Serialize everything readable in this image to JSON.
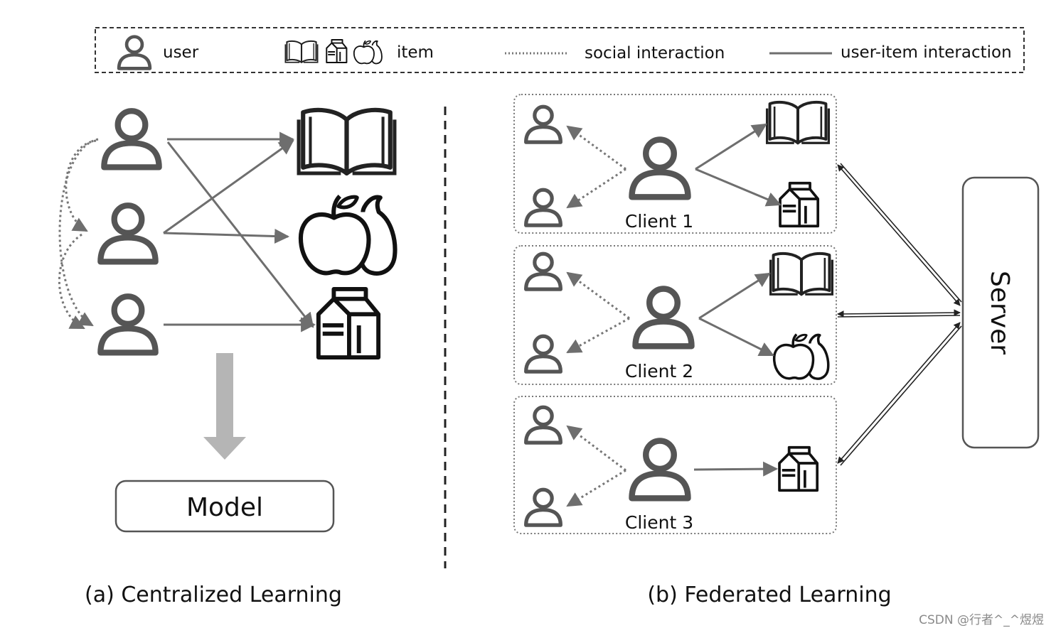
{
  "legend": {
    "user_label": "user",
    "item_label": "item",
    "social_label": "social interaction",
    "user_item_label": "user-item interaction"
  },
  "centralized": {
    "model_label": "Model",
    "caption": "(a) Centralized Learning"
  },
  "federated": {
    "clients": [
      {
        "label": "Client 1",
        "items": [
          "book-icon",
          "milk-carton-icon"
        ]
      },
      {
        "label": "Client 2",
        "items": [
          "book-icon",
          "fruit-icon"
        ]
      },
      {
        "label": "Client 3",
        "items": [
          "milk-carton-icon"
        ]
      }
    ],
    "server_label": "Server",
    "caption": "(b) Federated Learning"
  },
  "watermark": "CSDN @行者^_^煜煜",
  "colors": {
    "user_icon": "#555555",
    "item_icon": "#111111",
    "arrow": "#6e6e6e",
    "big_arrow": "#b5b5b5",
    "border": "#555555"
  },
  "icons": [
    "user-icon",
    "book-icon",
    "fruit-icon",
    "milk-carton-icon"
  ]
}
